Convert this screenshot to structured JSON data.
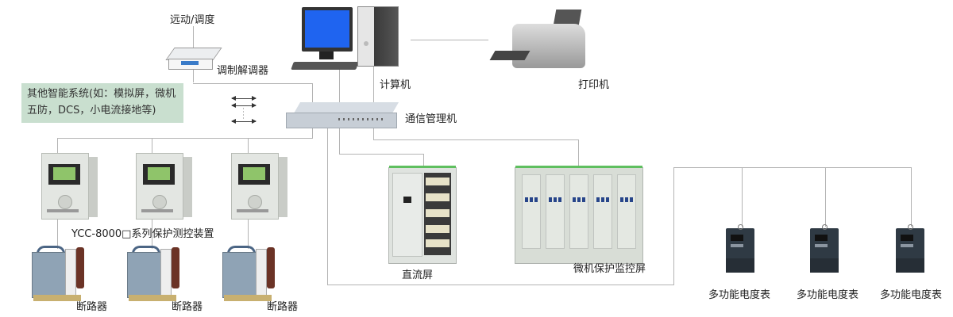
{
  "diagram": {
    "type": "system-topology",
    "nodes": {
      "dispatch": {
        "label": "远动/调度"
      },
      "modem": {
        "label": "调制解调器"
      },
      "computer": {
        "label": "计算机"
      },
      "printer": {
        "label": "打印机"
      },
      "comm_manager": {
        "label": "通信管理机"
      },
      "other_systems": {
        "line1": "其他智能系统(如：模拟屏，微机",
        "line2": "五防，DCS，小电流接地等)"
      },
      "protection_devices": {
        "label": "YCC-8000□系列保护测控装置",
        "count": 3
      },
      "breakers": [
        {
          "label": "断路器"
        },
        {
          "label": "断路器"
        },
        {
          "label": "断路器"
        }
      ],
      "dc_panel": {
        "label": "直流屏"
      },
      "microprocessor_panel": {
        "label": "微机保护监控屏"
      },
      "meters": [
        {
          "label": "多功能电度表"
        },
        {
          "label": "多功能电度表"
        },
        {
          "label": "多功能电度表"
        }
      ]
    },
    "edges": [
      [
        "dispatch",
        "modem"
      ],
      [
        "modem",
        "comm_manager"
      ],
      [
        "computer",
        "comm_manager"
      ],
      [
        "computer",
        "printer"
      ],
      [
        "comm_manager",
        "protection_devices"
      ],
      [
        "protection_devices",
        "breakers"
      ],
      [
        "comm_manager",
        "dc_panel"
      ],
      [
        "comm_manager",
        "microprocessor_panel"
      ],
      [
        "comm_manager",
        "meters"
      ],
      [
        "other_systems",
        "comm_manager"
      ]
    ],
    "colors": {
      "line": "#b4b4b4",
      "note_bg": "#c9dfcf",
      "panel_accent": "#5fbf5f"
    }
  }
}
